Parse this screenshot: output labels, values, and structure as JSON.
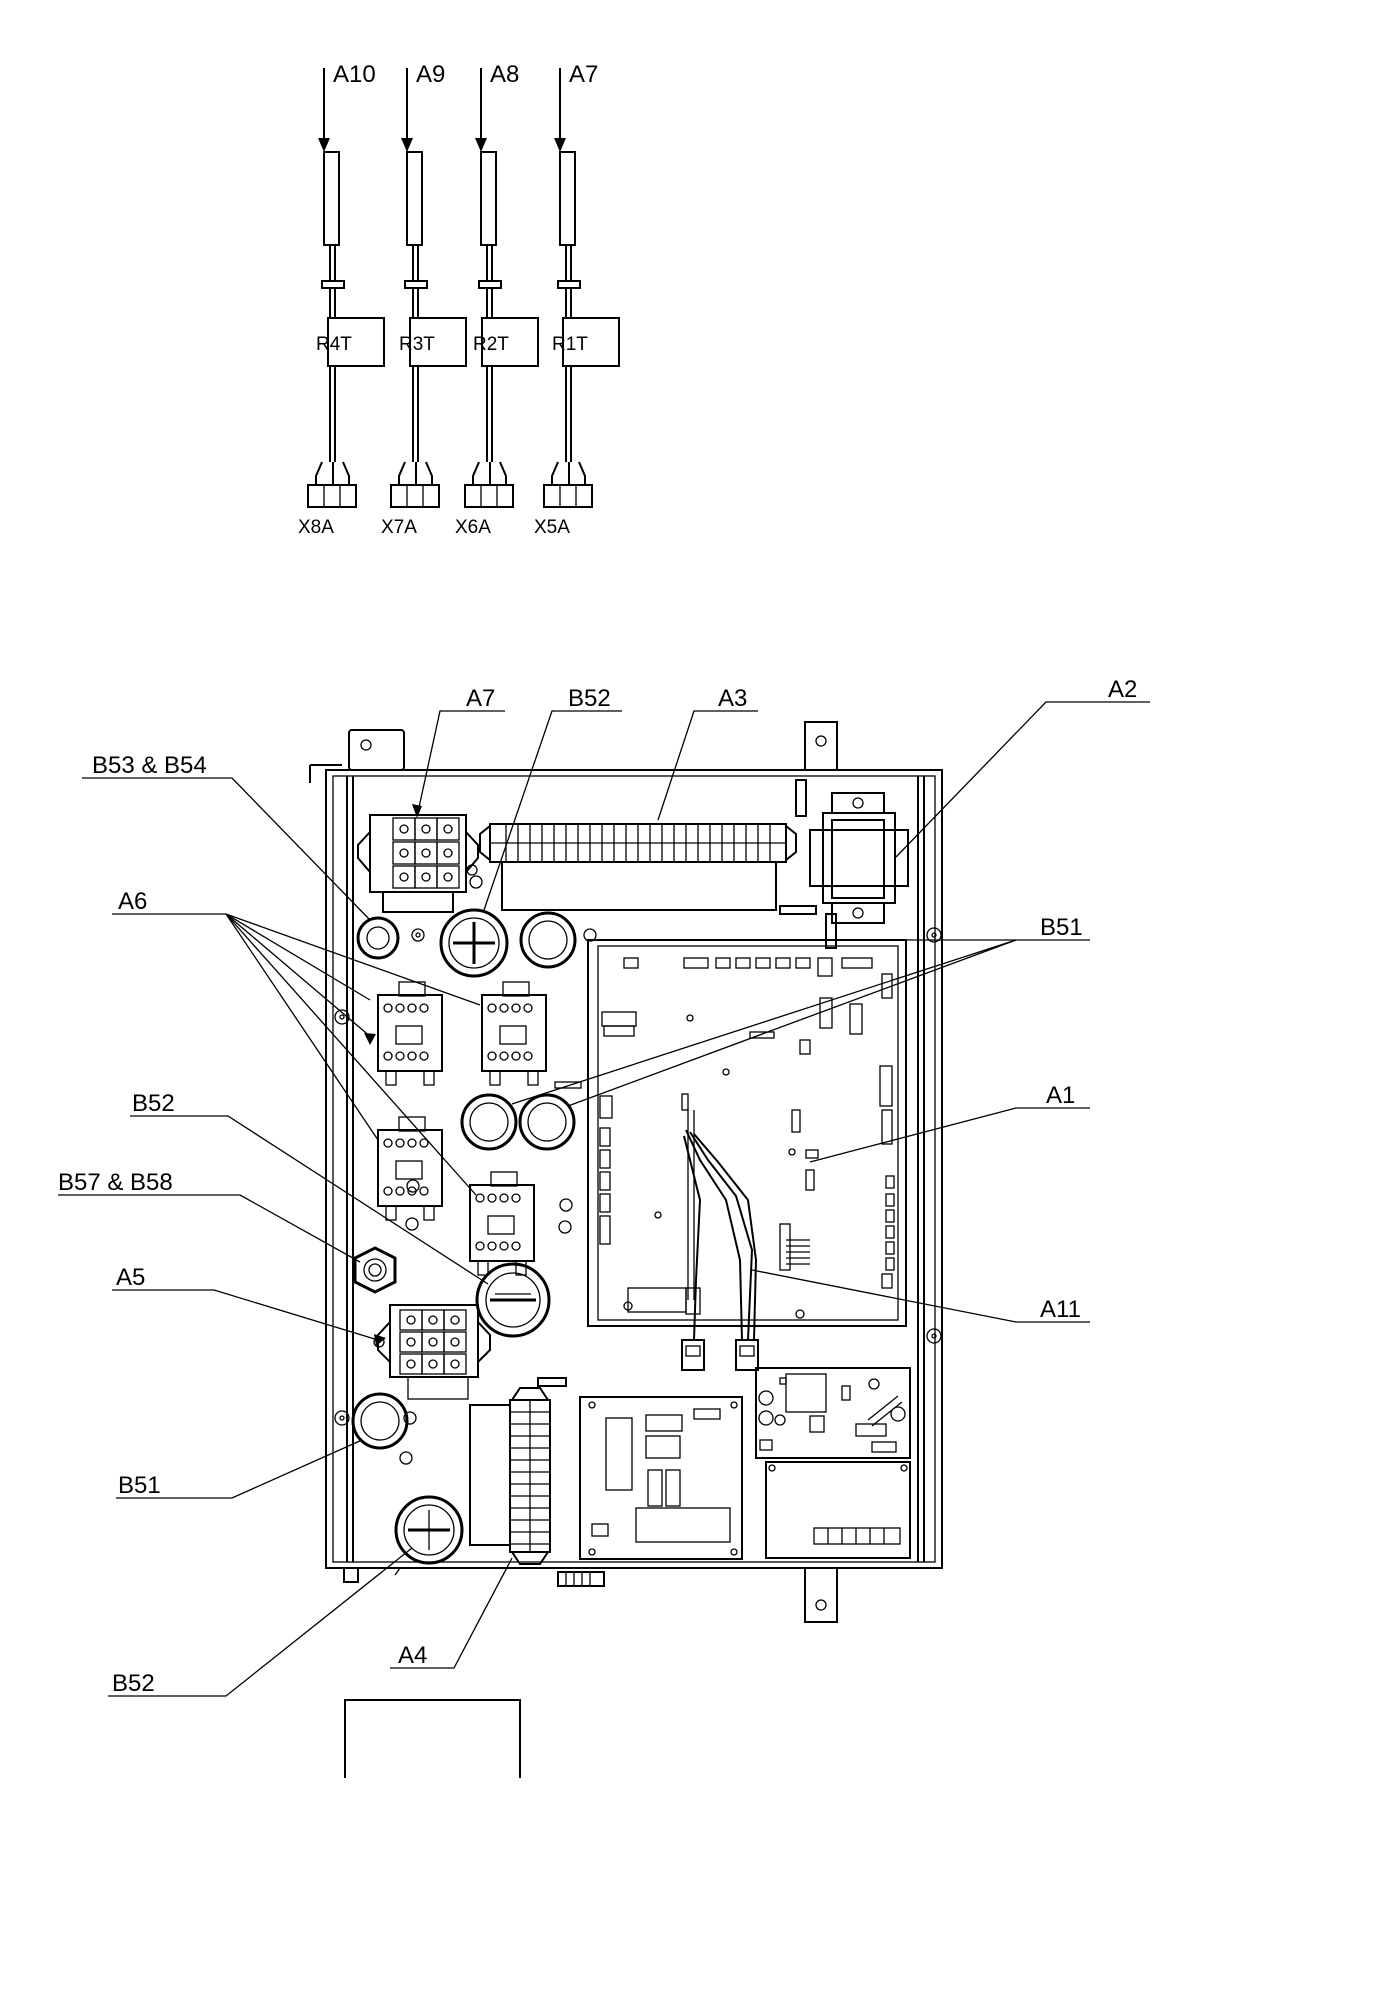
{
  "sensors": {
    "A10": {
      "callout": "A10",
      "thermistor": "R4T",
      "connector": "X8A"
    },
    "A9": {
      "callout": "A9",
      "thermistor": "R3T",
      "connector": "X7A"
    },
    "A8": {
      "callout": "A8",
      "thermistor": "R2T",
      "connector": "X6A"
    },
    "A7": {
      "callout": "A7",
      "thermistor": "R1T",
      "connector": "X5A"
    }
  },
  "callouts": {
    "a7": "A7",
    "b52_top": "B52",
    "a3": "A3",
    "a2": "A2",
    "b53_b54": "B53 & B54",
    "a6": "A6",
    "b51_right": "B51",
    "b52_left": "B52",
    "a1": "A1",
    "b57_b58": "B57 & B58",
    "a5": "A5",
    "a11": "A11",
    "b51_left": "B51",
    "a4": "A4",
    "b52_bottom": "B52"
  }
}
